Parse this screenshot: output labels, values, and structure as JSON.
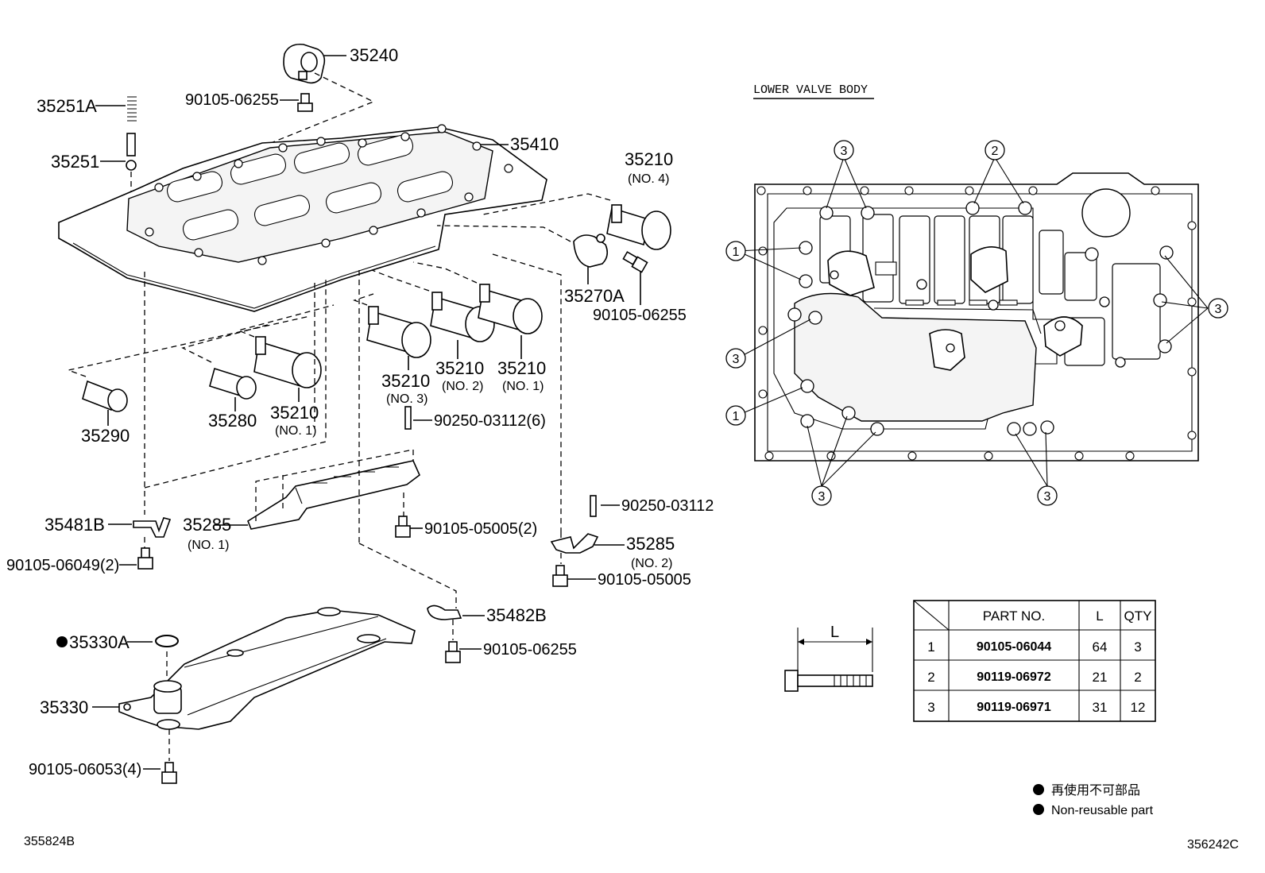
{
  "title_lower_valve_body": "LOWER VALVE BODY",
  "callouts": {
    "p35240": "35240",
    "b90105_06255_top": "90105-06255",
    "p35251A": "35251A",
    "p35251": "35251",
    "p35410": "35410",
    "p35210_no4": "35210",
    "p35210_no4_sub": "(NO. 4)",
    "p35270A": "35270A",
    "b90105_06255_right": "90105-06255",
    "p35210_no3": "35210",
    "p35210_no3_sub": "(NO. 3)",
    "p35210_no2": "35210",
    "p35210_no2_sub": "(NO. 2)",
    "p35210_no1a": "35210",
    "p35210_no1a_sub": "(NO. 1)",
    "p35290": "35290",
    "p35280": "35280",
    "p35210_no1b": "35210",
    "p35210_no1b_sub": "(NO. 1)",
    "pin90250_6": "90250-03112(6)",
    "pin90250": "90250-03112",
    "p35481B": "35481B",
    "p35285_no1": "35285",
    "p35285_no1_sub": "(NO. 1)",
    "b90105_05005_2": "90105-05005(2)",
    "p35285_no2": "35285",
    "p35285_no2_sub": "(NO. 2)",
    "b90105_05005": "90105-05005",
    "b90105_06049_2": "90105-06049(2)",
    "p35482B": "35482B",
    "b90105_06255_bottom": "90105-06255",
    "p35330A": "35330A",
    "p35330": "35330",
    "b90105_06053_4": "90105-06053(4)",
    "ref_left": "355824B",
    "ref_right": "356242C"
  },
  "bolt_markers": [
    "1",
    "2",
    "3"
  ],
  "dimension_label": "L",
  "bolt_table": {
    "headers": [
      "PART NO.",
      "L",
      "QTY"
    ],
    "rows": [
      {
        "index": "1",
        "part_no": "90105-06044",
        "l": "64",
        "qty": "3"
      },
      {
        "index": "2",
        "part_no": "90119-06972",
        "l": "21",
        "qty": "2"
      },
      {
        "index": "3",
        "part_no": "90119-06971",
        "l": "31",
        "qty": "12"
      }
    ]
  },
  "legend": {
    "japanese": "再使用不可部品",
    "english": "Non-reusable part"
  }
}
